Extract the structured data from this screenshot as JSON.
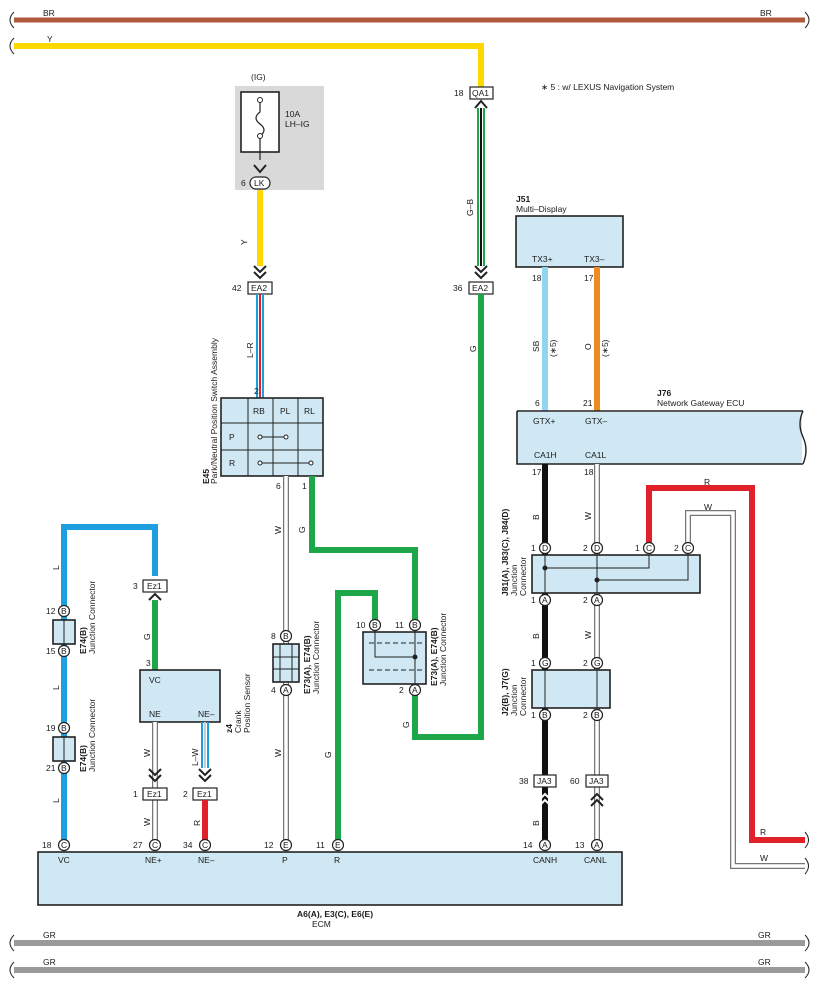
{
  "buses": {
    "br_left": "BR",
    "br_right": "BR",
    "y_left": "Y",
    "gr1_left": "GR",
    "gr1_right": "GR",
    "gr2_left": "GR",
    "gr2_right": "GR"
  },
  "note": "∗ 5 : w/ LEXUS Navigation System",
  "fuse": {
    "supply": "(IG)",
    "rating": "10A",
    "name": "LH–IG",
    "pin": "6",
    "conn": "LK"
  },
  "ea2_left": {
    "pin": "42",
    "conn": "EA2"
  },
  "qa1": {
    "pin": "18",
    "conn": "QA1"
  },
  "ea2_right": {
    "pin": "36",
    "conn": "EA2"
  },
  "wires": {
    "y_fuse": "Y",
    "lr": "L–R",
    "gb": "G–B",
    "g_right": "G",
    "w_p": "W",
    "w_p2": "W",
    "g_pnp": "G",
    "g_r": "G",
    "g_e73b": "G",
    "l_1": "L",
    "l_2": "L",
    "l_3": "L",
    "g_ez1": "G",
    "w_ne": "W",
    "w_ne2": "W",
    "lw": "L–W",
    "r_ne": "R",
    "sb": "SB",
    "sb_note": "(∗5)",
    "o": "O",
    "o_note": "(∗5)",
    "b_1": "B",
    "b_2": "B",
    "b_3": "B",
    "w_1": "W",
    "w_2": "W",
    "r_can": "R",
    "w_can": "W",
    "r_bot": "R",
    "w_bot": "W"
  },
  "pnp": {
    "code": "E45",
    "name": "Park/Neutral Position Switch Assembly",
    "pin_top": "2",
    "cols": [
      "RB",
      "PL",
      "RL"
    ],
    "rows": [
      "P",
      "R"
    ],
    "pin_b1": "6",
    "pin_b2": "1"
  },
  "multi_display": {
    "code": "J51",
    "name": "Multi–Display",
    "t1": "TX3+",
    "t2": "TX3–",
    "p1": "18",
    "p2": "17"
  },
  "gateway": {
    "code": "J76",
    "name": "Network Gateway ECU",
    "t1": "GTX+",
    "t2": "GTX–",
    "b1": "CA1H",
    "b2": "CA1L",
    "p_top1": "6",
    "p_top2": "21",
    "p_bot1": "17",
    "p_bot2": "18"
  },
  "j81": {
    "code": "J81(A), J83(C), J84(D)",
    "name1": "Junction",
    "name2": "Connector",
    "pins_top": [
      {
        "num": "1",
        "c": "D"
      },
      {
        "num": "2",
        "c": "D"
      },
      {
        "num": "1",
        "c": "C"
      },
      {
        "num": "2",
        "c": "C"
      }
    ],
    "pins_bot": [
      {
        "num": "1",
        "c": "A"
      },
      {
        "num": "2",
        "c": "A"
      }
    ]
  },
  "j2": {
    "code": "J2(B), J7(G)",
    "name1": "Junction",
    "name2": "Connector",
    "pins_top": [
      {
        "num": "1",
        "c": "G"
      },
      {
        "num": "2",
        "c": "G"
      }
    ],
    "pins_bot": [
      {
        "num": "1",
        "c": "B"
      },
      {
        "num": "2",
        "c": "B"
      }
    ]
  },
  "ja3_1": {
    "pin": "38",
    "conn": "JA3"
  },
  "ja3_2": {
    "pin": "60",
    "conn": "JA3"
  },
  "e74_left": {
    "code": "E74(B)",
    "name": "Junction Connector",
    "p1": "12",
    "p2": "15",
    "c": "B"
  },
  "e74_left2": {
    "code": "E74(B)",
    "name": "Junction Connector",
    "p1": "19",
    "p2": "21",
    "c": "B"
  },
  "ez1_top": {
    "pin": "3",
    "conn": "Ez1"
  },
  "crank": {
    "code": "z4",
    "name1": "Crank",
    "name2": "Position Sensor",
    "vc": "VC",
    "ne": "NE",
    "nem": "NE–",
    "pin": "3"
  },
  "ez1_b1": {
    "pin": "1",
    "conn": "Ez1"
  },
  "ez1_b2": {
    "pin": "2",
    "conn": "Ez1"
  },
  "e73_mid": {
    "code": "E73(A), E74(B)",
    "name": "Junction Connector",
    "p1": "8",
    "c1": "B",
    "p2": "4",
    "c2": "A"
  },
  "e73_right": {
    "code": "E73(A), E74(B)",
    "name": "Junction Connector",
    "p1": "10",
    "c1": "B",
    "p2": "11",
    "c2": "B",
    "p3": "2",
    "c3": "A"
  },
  "ecm": {
    "code": "A6(A), E3(C), E6(E)",
    "name": "ECM",
    "pins": [
      {
        "num": "18",
        "c": "C",
        "label": "VC"
      },
      {
        "num": "27",
        "c": "C",
        "label": "NE+"
      },
      {
        "num": "34",
        "c": "C",
        "label": "NE–"
      },
      {
        "num": "12",
        "c": "E",
        "label": "P"
      },
      {
        "num": "11",
        "c": "E",
        "label": "R"
      },
      {
        "num": "14",
        "c": "A",
        "label": "CANH"
      },
      {
        "num": "13",
        "c": "A",
        "label": "CANL"
      }
    ]
  },
  "colors": {
    "brown": "#b0583a",
    "yellow": "#ffd800",
    "green": "#1ea64b",
    "blue": "#1ea0e0",
    "light_blue": "#8fd6f0",
    "orange": "#ee8a22",
    "red": "#e0202a",
    "black": "#111111",
    "white_wire": "#ffffff",
    "gray": "#9a9a9a",
    "component": "#cfe8f3",
    "fuse_box": "#d9d9d9"
  }
}
